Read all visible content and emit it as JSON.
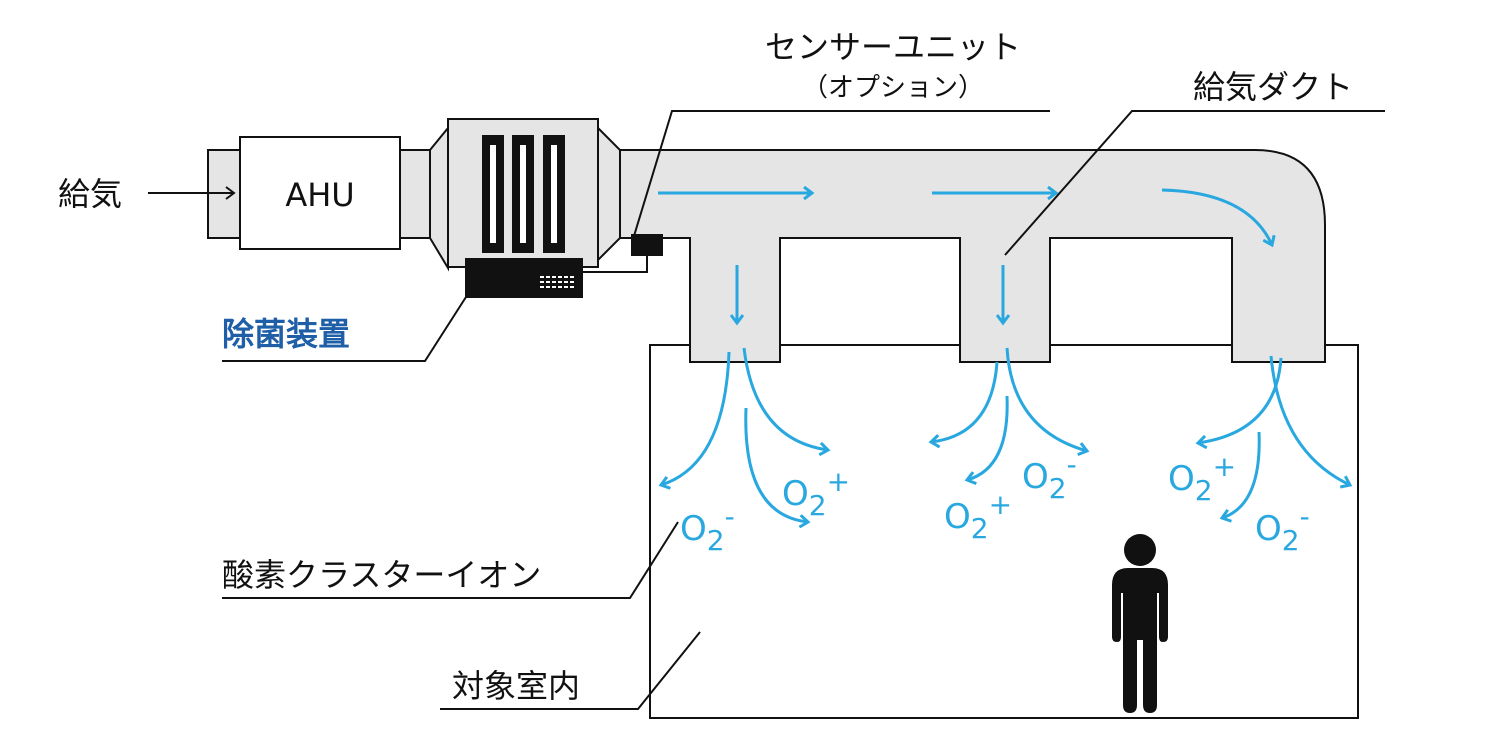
{
  "diagram": {
    "labels": {
      "supply_air": "給気",
      "ahu": "AHU",
      "sterilizer": "除菌装置",
      "sensor_unit": "センサーユニット",
      "sensor_option": "（オプション）",
      "supply_duct": "給気ダクト",
      "oxygen_cluster_ion": "酸素クラスターイオン",
      "target_room": "対象室内"
    },
    "ions": [
      {
        "base": "O",
        "sub": "2",
        "charge": "+"
      },
      {
        "base": "O",
        "sub": "2",
        "charge": "-"
      },
      {
        "base": "O",
        "sub": "2",
        "charge": "-"
      },
      {
        "base": "O",
        "sub": "2",
        "charge": "+"
      },
      {
        "base": "O",
        "sub": "2",
        "charge": "+"
      },
      {
        "base": "O",
        "sub": "2",
        "charge": "-"
      }
    ],
    "colors": {
      "accent_blue": "#29a8e0",
      "label_blue": "#1f5fa8",
      "duct_gray": "#e5e5e5",
      "line": "#111111"
    }
  }
}
